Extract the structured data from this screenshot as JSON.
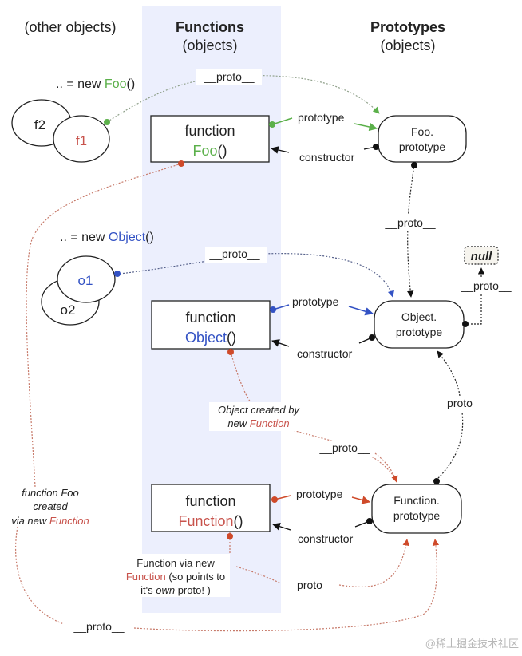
{
  "colors": {
    "band": "#eceffd",
    "green": "#5bb04a",
    "blue": "#3352c4",
    "red": "#cf4a2a",
    "redText": "#c8534c",
    "black": "#111111",
    "watermark": "#b7b7b7"
  },
  "headers": {
    "other": "(other objects)",
    "functions_title": "Functions",
    "functions_sub": "(objects)",
    "prototypes_title": "Prototypes",
    "prototypes_sub": "(objects)"
  },
  "instances": {
    "foo_ctor_prefix": ".. = new ",
    "foo_ctor_name": "Foo",
    "foo_ctor_suffix": "()",
    "f1": "f1",
    "f2": "f2",
    "object_ctor_prefix": ".. = new ",
    "object_ctor_name": "Object",
    "object_ctor_suffix": "()",
    "o1": "o1",
    "o2": "o2"
  },
  "functions": [
    {
      "keyword": "function",
      "name": "Foo",
      "suffix": "()"
    },
    {
      "keyword": "function",
      "name": "Object",
      "suffix": "()"
    },
    {
      "keyword": "function",
      "name": "Function",
      "suffix": "()"
    }
  ],
  "prototypes": [
    {
      "line1": "Foo.",
      "line2": "prototype"
    },
    {
      "line1": "Object.",
      "line2": "prototype"
    },
    {
      "line1": "Function.",
      "line2": "prototype"
    }
  ],
  "null_label": "null",
  "edge_labels": {
    "prototype": "prototype",
    "constructor": "constructor",
    "proto": "__proto__"
  },
  "notes": {
    "object_created_1": "Object created by",
    "object_created_2_prefix": "new ",
    "object_created_2_name": "Function",
    "foo_created_1": "function Foo",
    "foo_created_2": "created",
    "foo_created_3_prefix": "via new ",
    "foo_created_3_name": "Function",
    "function_via_1": "Function via new",
    "function_via_2_name": "Function",
    "function_via_2_suffix": " (so points to",
    "function_via_3_prefix": "it's ",
    "function_via_3_em": "own",
    "function_via_3_suffix": " proto! )"
  },
  "watermark": "@稀土掘金技术社区"
}
